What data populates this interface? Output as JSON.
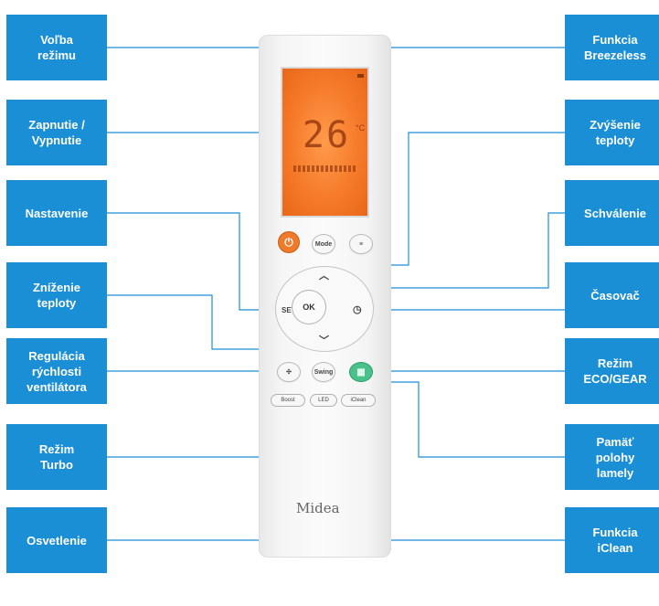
{
  "labels": {
    "mode": "Voľba\nrežimu",
    "power": "Zapnutie /\nVypnutie",
    "set": "Nastavenie",
    "temp_down": "Zníženie\nteploty",
    "fan": "Regulácia\nrýchlosti\nventilátora",
    "turbo": "Režim\nTurbo",
    "led": "Osvetlenie",
    "breezeless": "Funkcia\nBreezeless",
    "temp_up": "Zvýšenie\nteploty",
    "ok": "Schválenie",
    "timer": "Časovač",
    "eco": "Režim\nECO/GEAR",
    "swing": "Pamäť\npolohy\nlamely",
    "iclean": "Funkcia\niClean"
  },
  "remote": {
    "brand": "Midea",
    "display_temp": "26",
    "display_unit": "°C",
    "buttons": {
      "power": "⏻",
      "mode": "Mode",
      "breezeless": "≡",
      "set": "SET",
      "ok": "OK",
      "timer": "◷",
      "up": "︿",
      "down": "﹀",
      "fan": "✣",
      "swing": "Swing",
      "eco": "▦",
      "boost": "Boost",
      "led": "LED",
      "iclean": "iClean"
    }
  },
  "colors": {
    "label_bg": "#1a8fd6",
    "leader_line": "#1a8fd6",
    "lcd": "#f57a2a",
    "power_button": "#ee7a2a",
    "eco_button": "#48c28a"
  }
}
